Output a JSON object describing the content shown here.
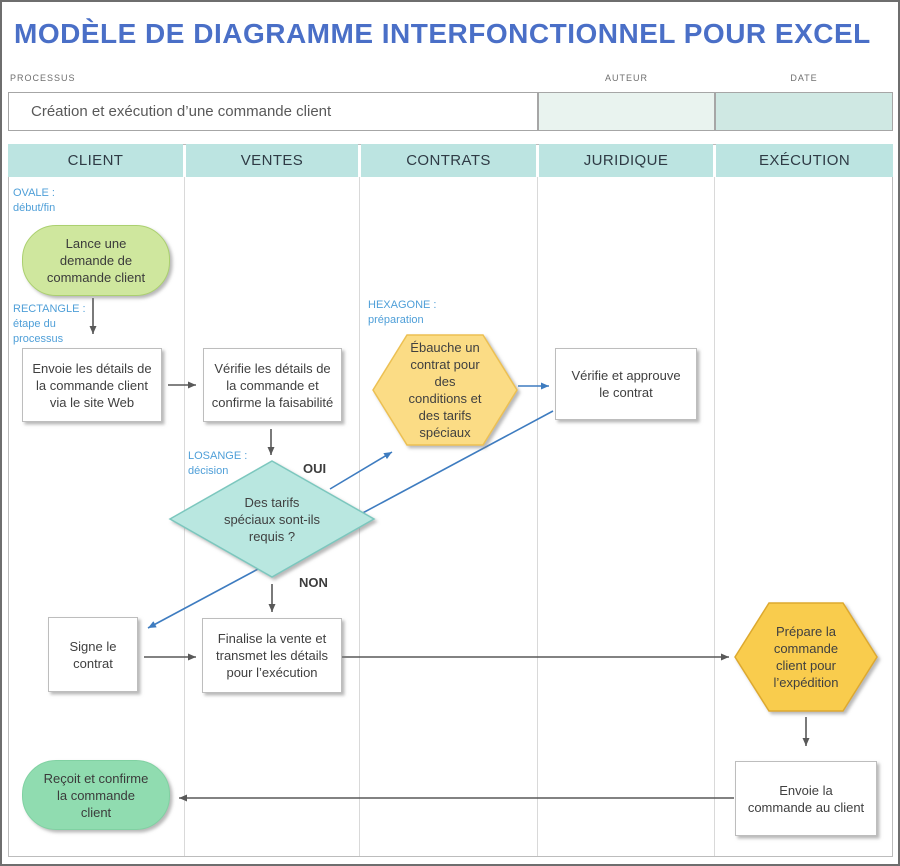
{
  "title": "MODÈLE DE DIAGRAMME INTERFONCTIONNEL POUR EXCEL",
  "meta": {
    "processus_label": "PROCESSUS",
    "processus_value": "Création et exécution d’une commande client",
    "auteur_label": "AUTEUR",
    "auteur_value": "",
    "date_label": "DATE",
    "date_value": ""
  },
  "lanes": [
    "CLIENT",
    "VENTES",
    "CONTRATS",
    "JURIDIQUE",
    "EXÉCUTION"
  ],
  "annotations": {
    "ovale": "OVALE :\ndébut/fin",
    "rectangle": "RECTANGLE :\nétape du\nprocessus",
    "losange": "LOSANGE :\ndécision",
    "hexagone": "HEXAGONE :\npréparation"
  },
  "shapes": {
    "oval_start": "Lance une\ndemande de\ncommande client",
    "rect_envoie_details": "Envoie les détails de\nla commande client\nvia le site Web",
    "rect_verifie_details": "Vérifie les détails de\nla commande et\nconfirme la faisabilité",
    "losange_tarifs": "Des tarifs\nspéciaux sont-ils\nrequis ?",
    "hex_ebauche": "Ébauche un\ncontrat pour\ndes\nconditions et\ndes tarifs\nspéciaux",
    "rect_approuve": "Vérifie et approuve\nle contrat",
    "rect_signe": "Signe le\ncontrat",
    "rect_finalise": "Finalise la vente et\ntransmet les détails\npour l’exécution",
    "hex_prepare": "Prépare la\ncommande\nclient pour\nl’expédition",
    "rect_envoie_commande": "Envoie la\ncommande au client",
    "oval_end": "Reçoit et confirme\nla commande\nclient"
  },
  "edge_labels": {
    "oui": "OUI",
    "non": "NON"
  },
  "colors": {
    "title_blue": "#4a6fc7",
    "annotation_blue": "#4f9fd8",
    "lane_header_fill": "#bce4e1",
    "auteur_field_fill": "#e9f3ef",
    "date_field_fill": "#cfe8e3",
    "oval_start_fill": "#cfe79e",
    "oval_end_fill": "#90dcb0",
    "losange_fill": "#b9e7e0",
    "hex_ebauche_fill": "#fbdc85",
    "hex_prepare_fill": "#f9cc4e",
    "connector_gray": "#595959",
    "connector_blue": "#3e7cc0"
  }
}
